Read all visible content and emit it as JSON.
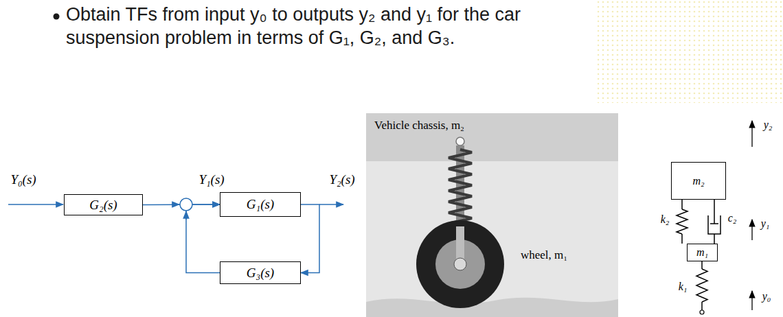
{
  "diagram": {
    "title": "Obtain TFs from input y₀ to outputs y₂ and y₁ for the car suspension problem in terms of G₁, G₂, and G₃.",
    "nodes": [
      {
        "text": [
          "G₂(s)"
        ]
      },
      {
        "text": [
          "G₁(s)"
        ]
      },
      {
        "text": [
          "G₃(s)"
        ]
      },
      {
        "text": [
          "Vehicle chassis, m₂"
        ]
      },
      {
        "text": [
          "m₂"
        ]
      },
      {
        "text": [
          "m₁"
        ]
      }
    ],
    "edges": [
      {
        "from": 0,
        "to": 1,
        "arrow": "to"
      },
      {
        "from": 1,
        "to": 2,
        "arrow": "to"
      },
      {
        "from": 2,
        "to": 1,
        "arrow": "to"
      }
    ],
    "labels": [
      "Y₀(s)",
      "Y₁(s)",
      "Y₂(s)",
      "wheel, m₁",
      "k₂",
      "c₂",
      "k₁",
      "y₂",
      "y₁",
      "y₀"
    ]
  }
}
